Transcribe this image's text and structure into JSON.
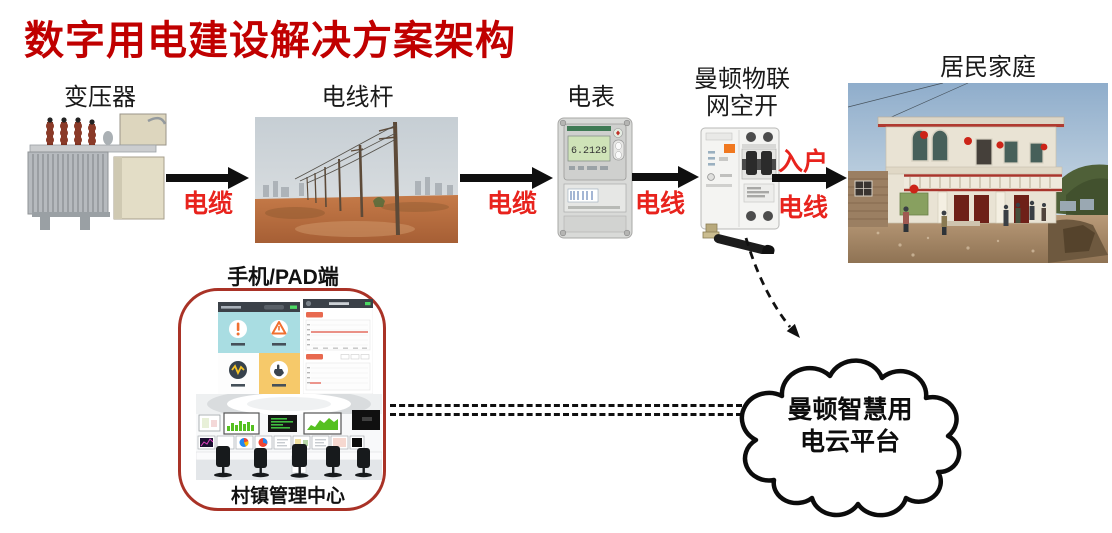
{
  "title": "数字用电建设解决方案架构",
  "nodes": {
    "transformer": "变压器",
    "pole": "电线杆",
    "meter": "电表",
    "breaker_line1": "曼顿物联",
    "breaker_line2": "网空开",
    "home": "居民家庭"
  },
  "links": {
    "cable1": "电缆",
    "cable2": "电缆",
    "wire": "电线",
    "entry_line1": "入户",
    "entry_line2": "电线"
  },
  "meter": {
    "lcd_value": "6.2128"
  },
  "mobile_panel": {
    "title": "手机/PAD端",
    "caption": "村镇管理中心"
  },
  "cloud": {
    "line1": "曼顿智慧用",
    "line2": "电云平台"
  },
  "colors": {
    "title_red": "#c00000",
    "label_red": "#e8231d",
    "panel_border_red": "#a93226",
    "arrow_black": "#0f0f0f"
  }
}
